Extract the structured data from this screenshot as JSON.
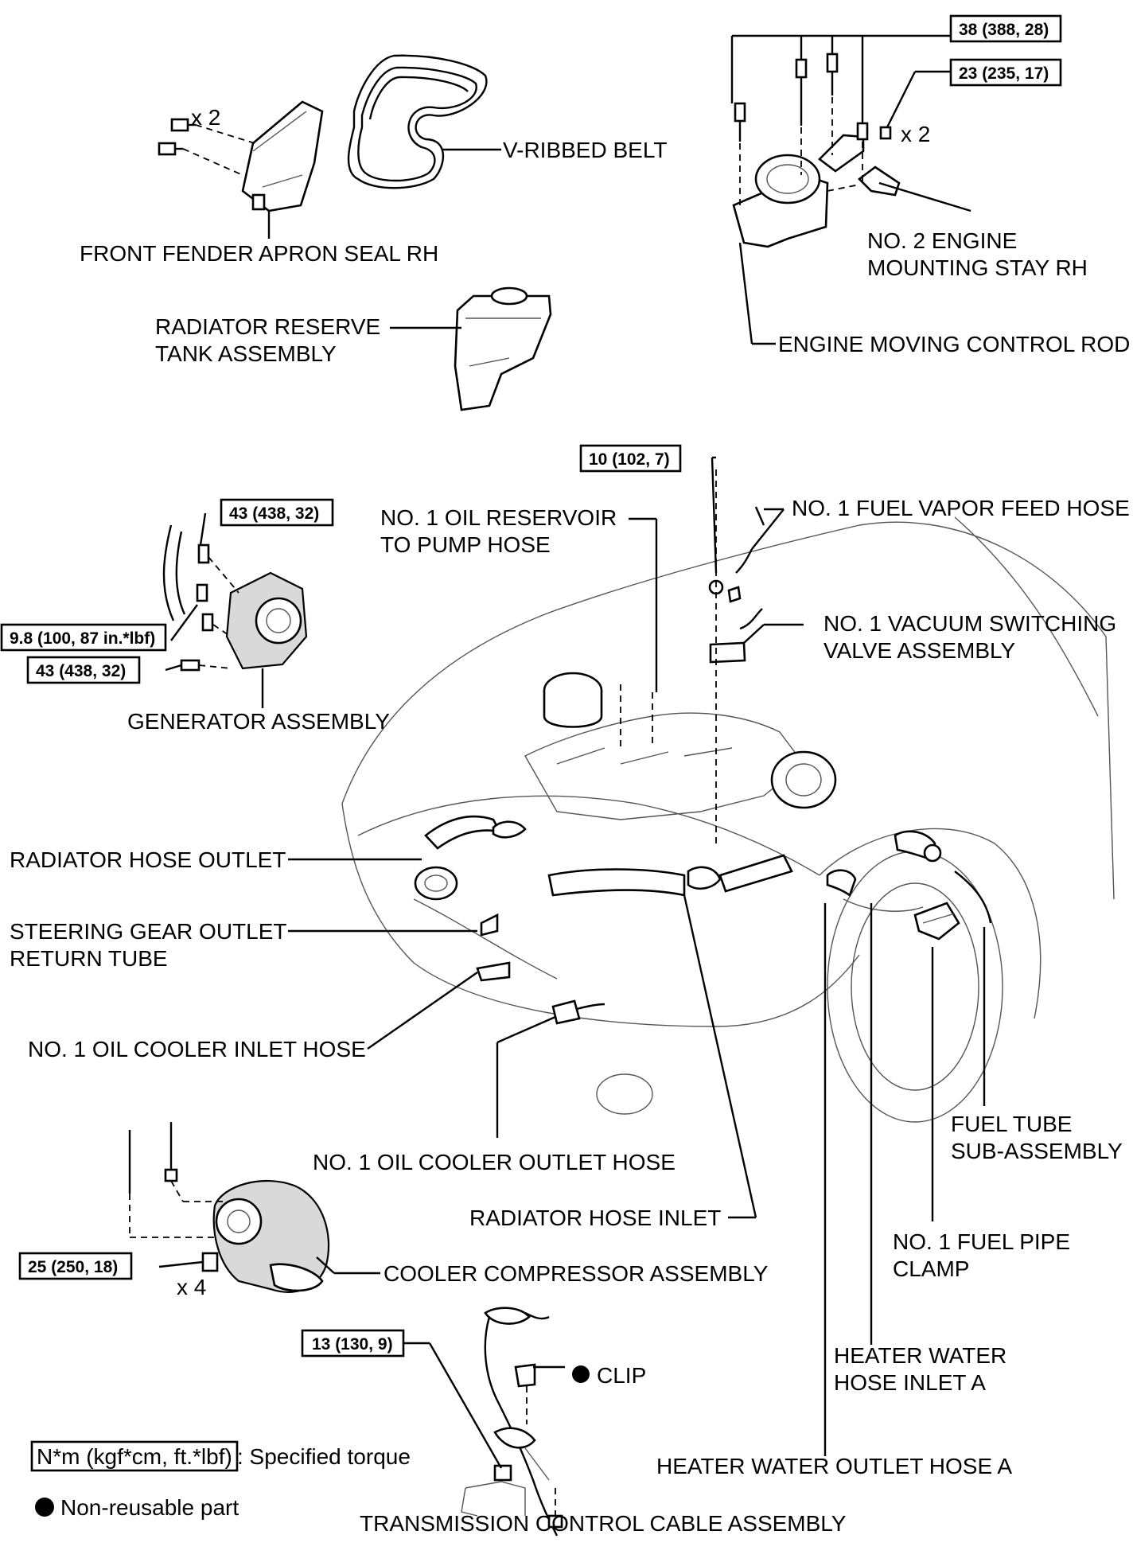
{
  "labels": {
    "v_ribbed_belt": "V-RIBBED BELT",
    "front_fender_apron_seal": "FRONT FENDER APRON SEAL RH",
    "x2_fender": "x 2",
    "radiator_reserve_tank_1": "RADIATOR RESERVE",
    "radiator_reserve_tank_2": "TANK ASSEMBLY",
    "x2_mount": "x 2",
    "no2_engine_mounting_stay_1": "NO. 2 ENGINE",
    "no2_engine_mounting_stay_2": "MOUNTING STAY RH",
    "engine_moving_control_rod": "ENGINE MOVING CONTROL ROD",
    "no1_fuel_vapor_feed_hose": "NO. 1 FUEL VAPOR FEED HOSE",
    "no1_oil_reservoir_hose_1": "NO. 1 OIL RESERVOIR",
    "no1_oil_reservoir_hose_2": "TO PUMP HOSE",
    "no1_vsv_1": "NO. 1 VACUUM SWITCHING",
    "no1_vsv_2": "VALVE ASSEMBLY",
    "generator_assembly": "GENERATOR ASSEMBLY",
    "radiator_hose_outlet": "RADIATOR HOSE OUTLET",
    "steering_gear_outlet_1": "STEERING GEAR OUTLET",
    "steering_gear_outlet_2": "RETURN TUBE",
    "no1_oil_cooler_inlet_hose": "NO. 1 OIL COOLER INLET HOSE",
    "no1_oil_cooler_outlet_hose": "NO. 1 OIL COOLER OUTLET HOSE",
    "fuel_tube_1": "FUEL TUBE",
    "fuel_tube_2": "SUB-ASSEMBLY",
    "radiator_hose_inlet": "RADIATOR HOSE INLET",
    "no1_fuel_pipe_clamp_1": "NO. 1 FUEL PIPE",
    "no1_fuel_pipe_clamp_2": "CLAMP",
    "cooler_compressor": "COOLER COMPRESSOR ASSEMBLY",
    "x4": "x 4",
    "clip": "CLIP",
    "heater_water_hose_inlet_1": "HEATER WATER",
    "heater_water_hose_inlet_2": "HOSE INLET A",
    "heater_water_outlet_hose": "HEATER WATER OUTLET HOSE A",
    "transmission_control_cable": "TRANSMISSION CONTROL CABLE ASSEMBLY"
  },
  "torques": {
    "t_38": "38 (388, 28)",
    "t_23": "23 (235, 17)",
    "t_10": "10 (102, 7)",
    "t_43a": "43 (438, 32)",
    "t_98": "9.8 (100, 87 in.*lbf)",
    "t_43b": "43 (438, 32)",
    "t_25": "25 (250, 18)",
    "t_13": "13 (130, 9)"
  },
  "legend": {
    "torque_unit": "N*m (kgf*cm, ft.*lbf)",
    "torque_desc": ": Specified torque",
    "non_reusable": "Non-reusable part"
  }
}
